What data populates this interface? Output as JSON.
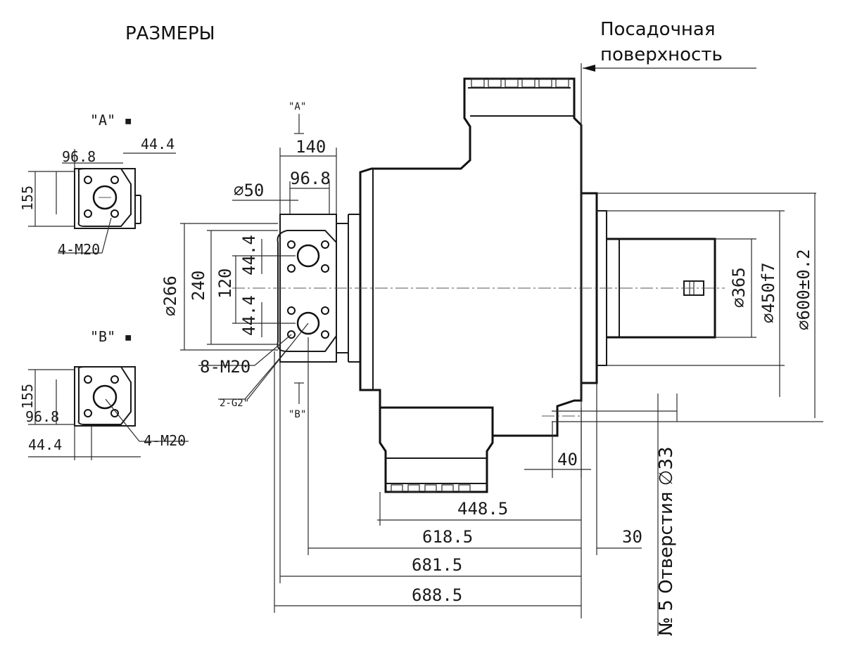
{
  "header": {
    "title": "РАЗМЕРЫ",
    "mounting_surface_line1": "Посадочная",
    "mounting_surface_line2": "поверхность"
  },
  "views": {
    "view_a_label": "\"A\"",
    "view_b_label": "\"B\"",
    "view_a_mark": "\"A\" ▪",
    "view_b_mark": "\"B\" ▪"
  },
  "dimensions": {
    "d44_4": "44.4",
    "d96_8": "96.8",
    "d155": "155",
    "m20_4": "4-M20",
    "m20_8": "8-M20",
    "g2_2": "2-G2\"",
    "d140": "140",
    "d_phi50": "∅50",
    "d_phi266": "∅266",
    "d240": "240",
    "d120": "120",
    "d_phi365": "∅365",
    "d_phi450": "∅450f7",
    "d_phi600": "∅600±0.2",
    "d40": "40",
    "d30": "30",
    "d448_5": "448.5",
    "d618_5": "618.5",
    "d681_5": "681.5",
    "d688_5": "688.5",
    "holes_note": "№ 5 Отверстия ∅33"
  }
}
